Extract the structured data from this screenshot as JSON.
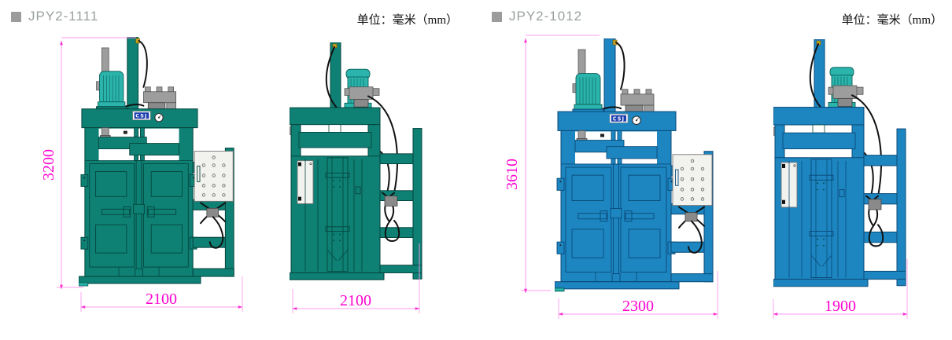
{
  "header": {
    "left_model": "JPY2-1111",
    "right_model": "JPY2-1012",
    "unit_label": "单位：毫米（mm）"
  },
  "branding": {
    "logo_text": "CSJ"
  },
  "machines": [
    {
      "model": "JPY2-1111",
      "view": "front",
      "color": "teal",
      "height_mm": "3200",
      "width_mm": "2100"
    },
    {
      "model": "JPY2-1111",
      "view": "side",
      "color": "teal",
      "width_mm": "2100"
    },
    {
      "model": "JPY2-1012",
      "view": "front",
      "color": "blue",
      "height_mm": "3610",
      "width_mm": "2300"
    },
    {
      "model": "JPY2-1012",
      "view": "side",
      "color": "blue",
      "width_mm": "1900"
    }
  ],
  "colors": {
    "teal-body": "#0e8074",
    "teal-edge": "#05453e",
    "blue-body": "#1d86c1",
    "blue-edge": "#0a4a78",
    "motor": "#2ab4ab",
    "dim-line": "#ff9bef",
    "dim-arrow": "#ff2fd0",
    "dim-text": "#ff00d0",
    "title-gray": "#9aa0a0",
    "bullet-gray": "#9c9c9c"
  }
}
